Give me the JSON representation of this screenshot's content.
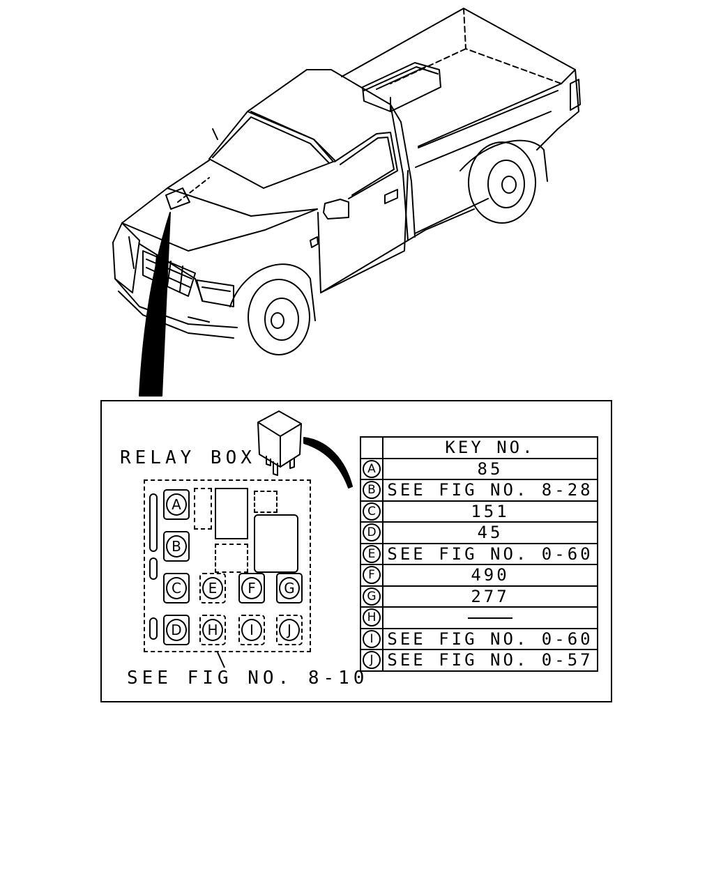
{
  "relay_box": {
    "title": "RELAY BOX",
    "reference": "SEE FIG NO. 8-10",
    "sockets": [
      {
        "letter": "A"
      },
      {
        "letter": "B"
      },
      {
        "letter": "C"
      },
      {
        "letter": "D"
      },
      {
        "letter": "E"
      },
      {
        "letter": "F"
      },
      {
        "letter": "G"
      },
      {
        "letter": "H"
      },
      {
        "letter": "I"
      },
      {
        "letter": "J"
      }
    ]
  },
  "key_table": {
    "header": "KEY NO.",
    "rows": [
      {
        "letter": "A",
        "value": "85"
      },
      {
        "letter": "B",
        "value": "SEE FIG NO. 8-28"
      },
      {
        "letter": "C",
        "value": "151"
      },
      {
        "letter": "D",
        "value": "45"
      },
      {
        "letter": "E",
        "value": "SEE FIG NO. 0-60"
      },
      {
        "letter": "F",
        "value": "490"
      },
      {
        "letter": "G",
        "value": "277"
      },
      {
        "letter": "H",
        "value": ""
      },
      {
        "letter": "I",
        "value": "SEE FIG NO. 0-60"
      },
      {
        "letter": "J",
        "value": "SEE FIG NO. 0-57"
      }
    ]
  }
}
